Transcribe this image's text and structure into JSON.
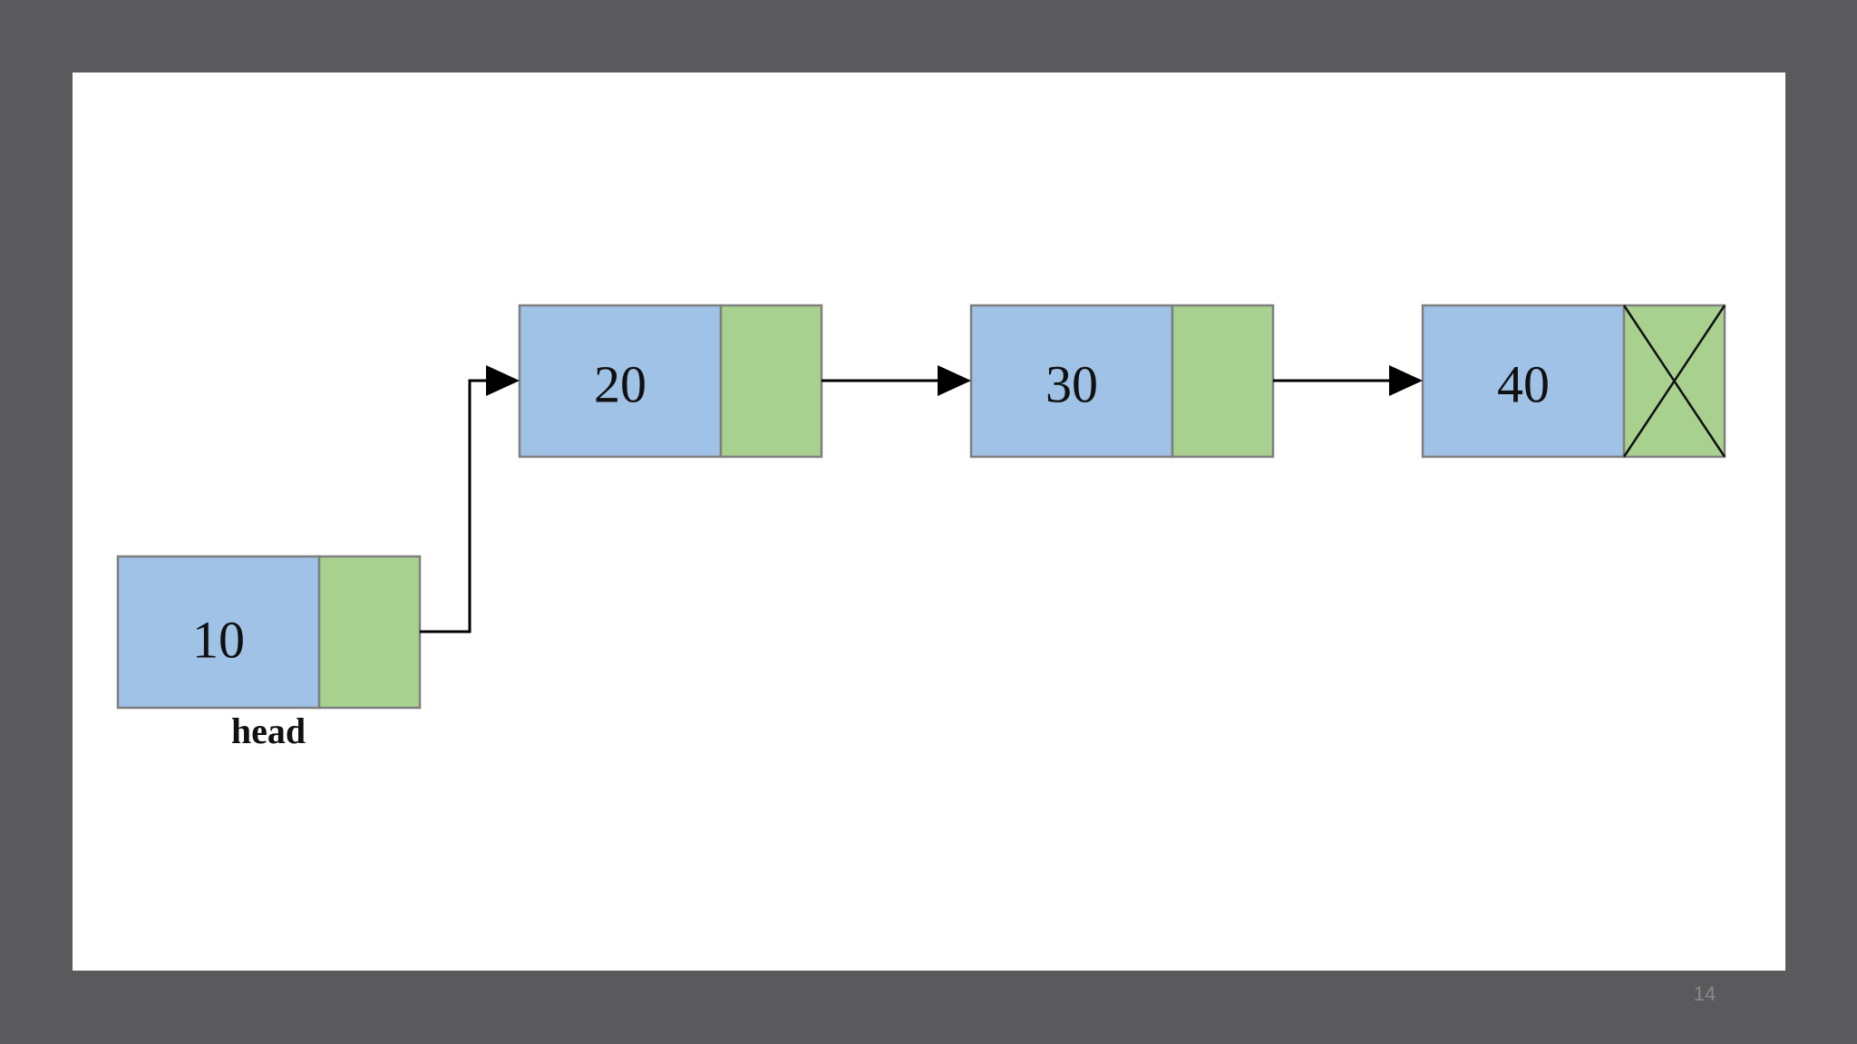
{
  "diagram": {
    "colors": {
      "background": "#5a5a5c",
      "slide": "#ffffff",
      "data_cell": "#9fc2e6",
      "pointer_cell": "#a8d18f",
      "border": "#7f7f7f",
      "arrow": "#000000"
    },
    "nodes": [
      {
        "value": "10",
        "label": "head",
        "null_pointer": false
      },
      {
        "value": "20",
        "label": "",
        "null_pointer": false
      },
      {
        "value": "30",
        "label": "",
        "null_pointer": false
      },
      {
        "value": "40",
        "label": "",
        "null_pointer": true
      }
    ],
    "page_number": "14"
  }
}
